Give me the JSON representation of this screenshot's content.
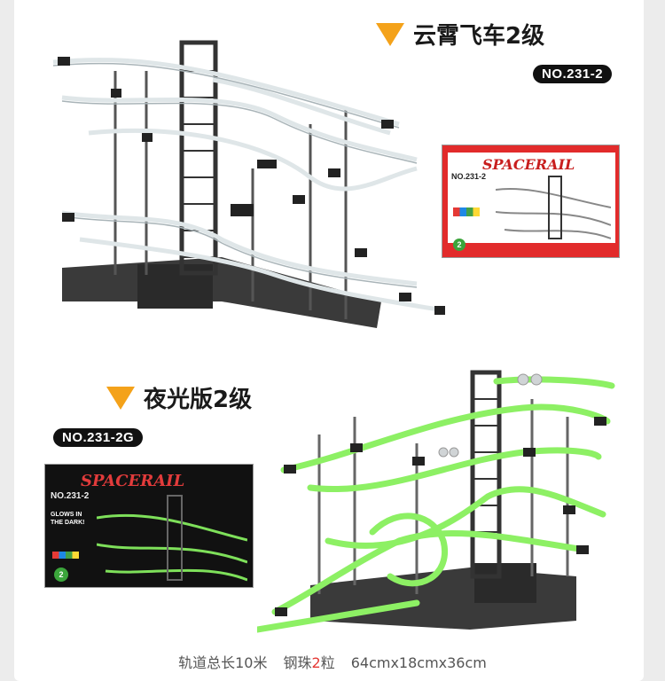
{
  "section1": {
    "title": "云霄飞车2级",
    "model": "NO.231-2",
    "box": {
      "brand": "SPACERAIL",
      "model": "NO.231-2",
      "level": "2",
      "colors": {
        "bg": "#e22b2b",
        "panel": "#ffffff"
      }
    }
  },
  "section2": {
    "title": "夜光版2级",
    "model": "NO.231-2G",
    "box": {
      "brand": "SPACERAIL",
      "model": "NO.231-2",
      "slogan": "GLOWS IN THE DARK!",
      "level": "2",
      "colors": {
        "bg": "#111111",
        "accent": "#7ee05a"
      }
    }
  },
  "footer": {
    "length": "轨道总长10米",
    "balls_prefix": "钢珠",
    "balls_count": "2",
    "balls_suffix": "粒",
    "size": "64cmx18cmx36cm"
  },
  "colors": {
    "accent": "#f4a21a",
    "glow": "#8df064",
    "rail": "#e8eef0",
    "frame": "#333333"
  }
}
